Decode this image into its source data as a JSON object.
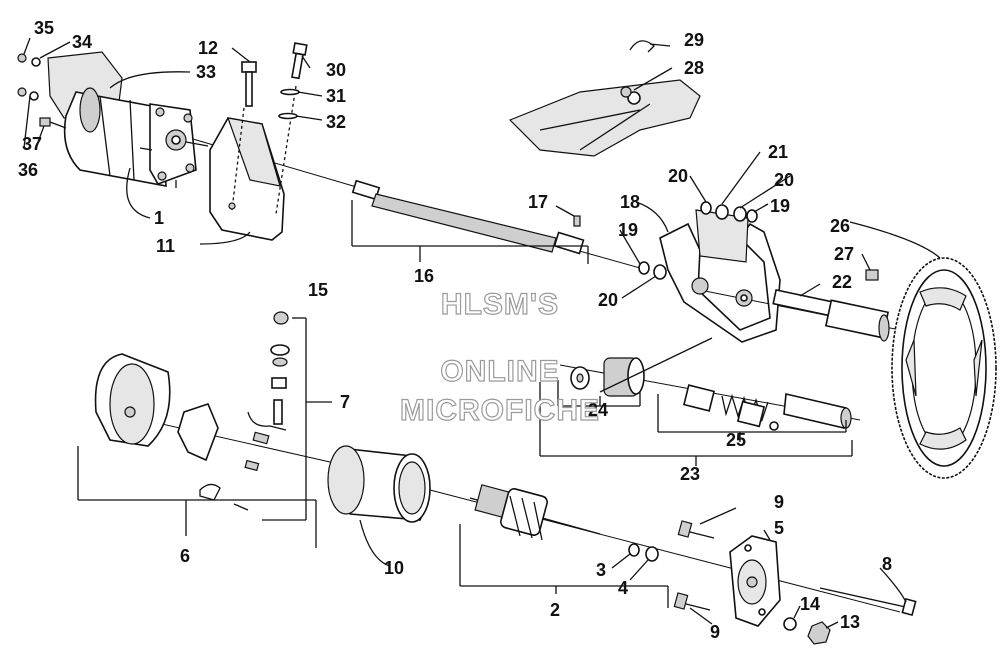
{
  "watermark": [
    "HLSM'S",
    "ONLINE",
    "MICROFICHE"
  ],
  "callouts": {
    "c1": "1",
    "c2": "2",
    "c3": "3",
    "c4": "4",
    "c5": "5",
    "c6": "6",
    "c7": "7",
    "c8": "8",
    "c9a": "9",
    "c9b": "9",
    "c10": "10",
    "c11": "11",
    "c12": "12",
    "c13": "13",
    "c14": "14",
    "c15": "15",
    "c16": "16",
    "c17": "17",
    "c18": "18",
    "c19a": "19",
    "c19b": "19",
    "c20a": "20",
    "c20b": "20",
    "c20c": "20",
    "c21": "21",
    "c22": "22",
    "c23": "23",
    "c24": "24",
    "c25": "25",
    "c26": "26",
    "c27": "27",
    "c28": "28",
    "c29": "29",
    "c30": "30",
    "c31": "31",
    "c32": "32",
    "c33": "33",
    "c34": "34",
    "c35": "35",
    "c36": "36",
    "c37": "37"
  }
}
